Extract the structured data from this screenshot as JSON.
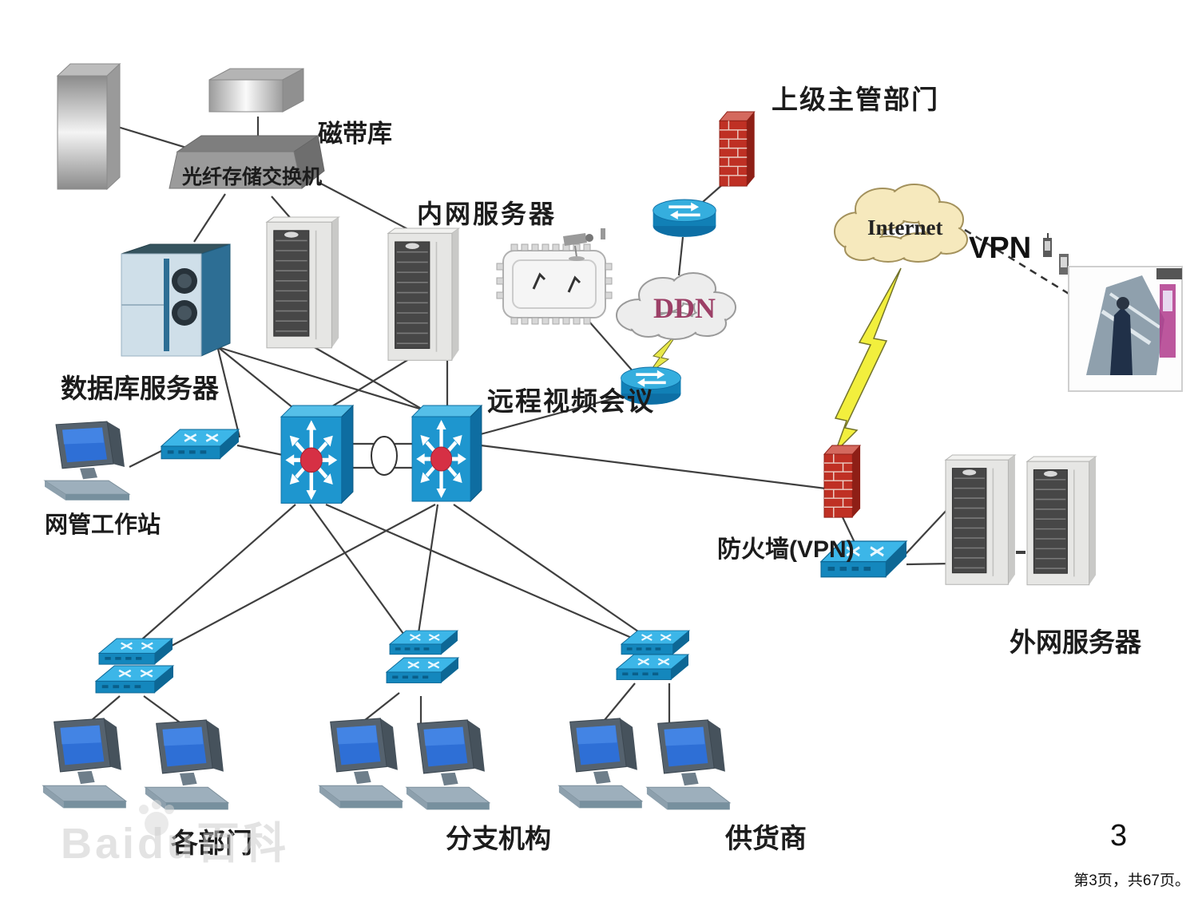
{
  "slide": {
    "page_number": "3",
    "footer": "第3页，共67页。",
    "watermark": "Baidu百科"
  },
  "diagram": {
    "labels": {
      "tape_library": "磁带库",
      "fiber_storage_switch": "光纤存储交换机",
      "intranet_server": "内网服务器",
      "database_server": "数据库服务器",
      "nms_workstation": "网管工作站",
      "remote_video_conference": "远程视频会议",
      "superior_department": "上级主管部门",
      "ddn_cloud": "DDN",
      "internet_cloud": "Internet",
      "vpn": "VPN",
      "firewall_vpn": "防火墙(VPN)",
      "external_server": "外网服务器",
      "departments": "各部门",
      "branches": "分支机构",
      "suppliers": "供货商"
    },
    "colors": {
      "switch_blue": "#1e96cf",
      "router_blue": "#35aede",
      "firewall_red": "#bf3024",
      "internet_cloud_fill": "#f6e9bd",
      "ddn_cloud_fill": "#ededed",
      "ddn_text": "#9c4067",
      "lightning_yellow": "#f2ef3d",
      "line": "#3f3f3f"
    }
  }
}
